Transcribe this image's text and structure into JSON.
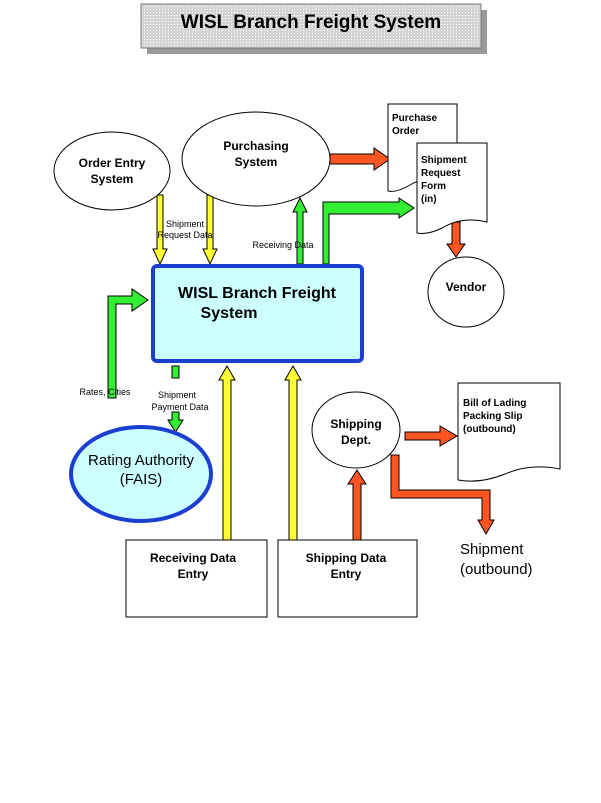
{
  "title": "WISL Branch Freight System",
  "nodes": {
    "order_entry": [
      "Order Entry",
      "System"
    ],
    "purchasing": [
      "Purchasing",
      "System"
    ],
    "purchase_order": [
      "Purchase",
      "Order"
    ],
    "shipment_request_form": [
      "Shipment",
      "Request",
      "Form",
      "(in)"
    ],
    "vendor": "Vendor",
    "central": [
      "WISL Branch Freight",
      "System"
    ],
    "rating_authority": [
      "Rating Authority",
      "(FAIS)"
    ],
    "shipping_dept": [
      "Shipping",
      "Dept."
    ],
    "bill_of_lading": [
      "Bill of Lading",
      "Packing Slip",
      "(outbound)"
    ],
    "receiving_entry": [
      "Receiving Data",
      "Entry"
    ],
    "shipping_entry": [
      "Shipping Data",
      "Entry"
    ],
    "shipment_outbound": [
      "Shipment",
      "(outbound)"
    ]
  },
  "flow_labels": {
    "shipment_request_data": [
      "Shipment",
      "Request Data"
    ],
    "receiving_data": "Receiving Data",
    "rates_cities": "Rates, Cities",
    "shipment_payment_data": [
      "Shipment",
      "Payment Data"
    ]
  },
  "colors": {
    "title_fill": "#d8d8d8",
    "central_fill": "#ccffff",
    "central_stroke": "#1a3fd0",
    "yellow_arrow": "#ffff33",
    "green_arrow": "#33ee33",
    "red_arrow": "#ff5522"
  }
}
